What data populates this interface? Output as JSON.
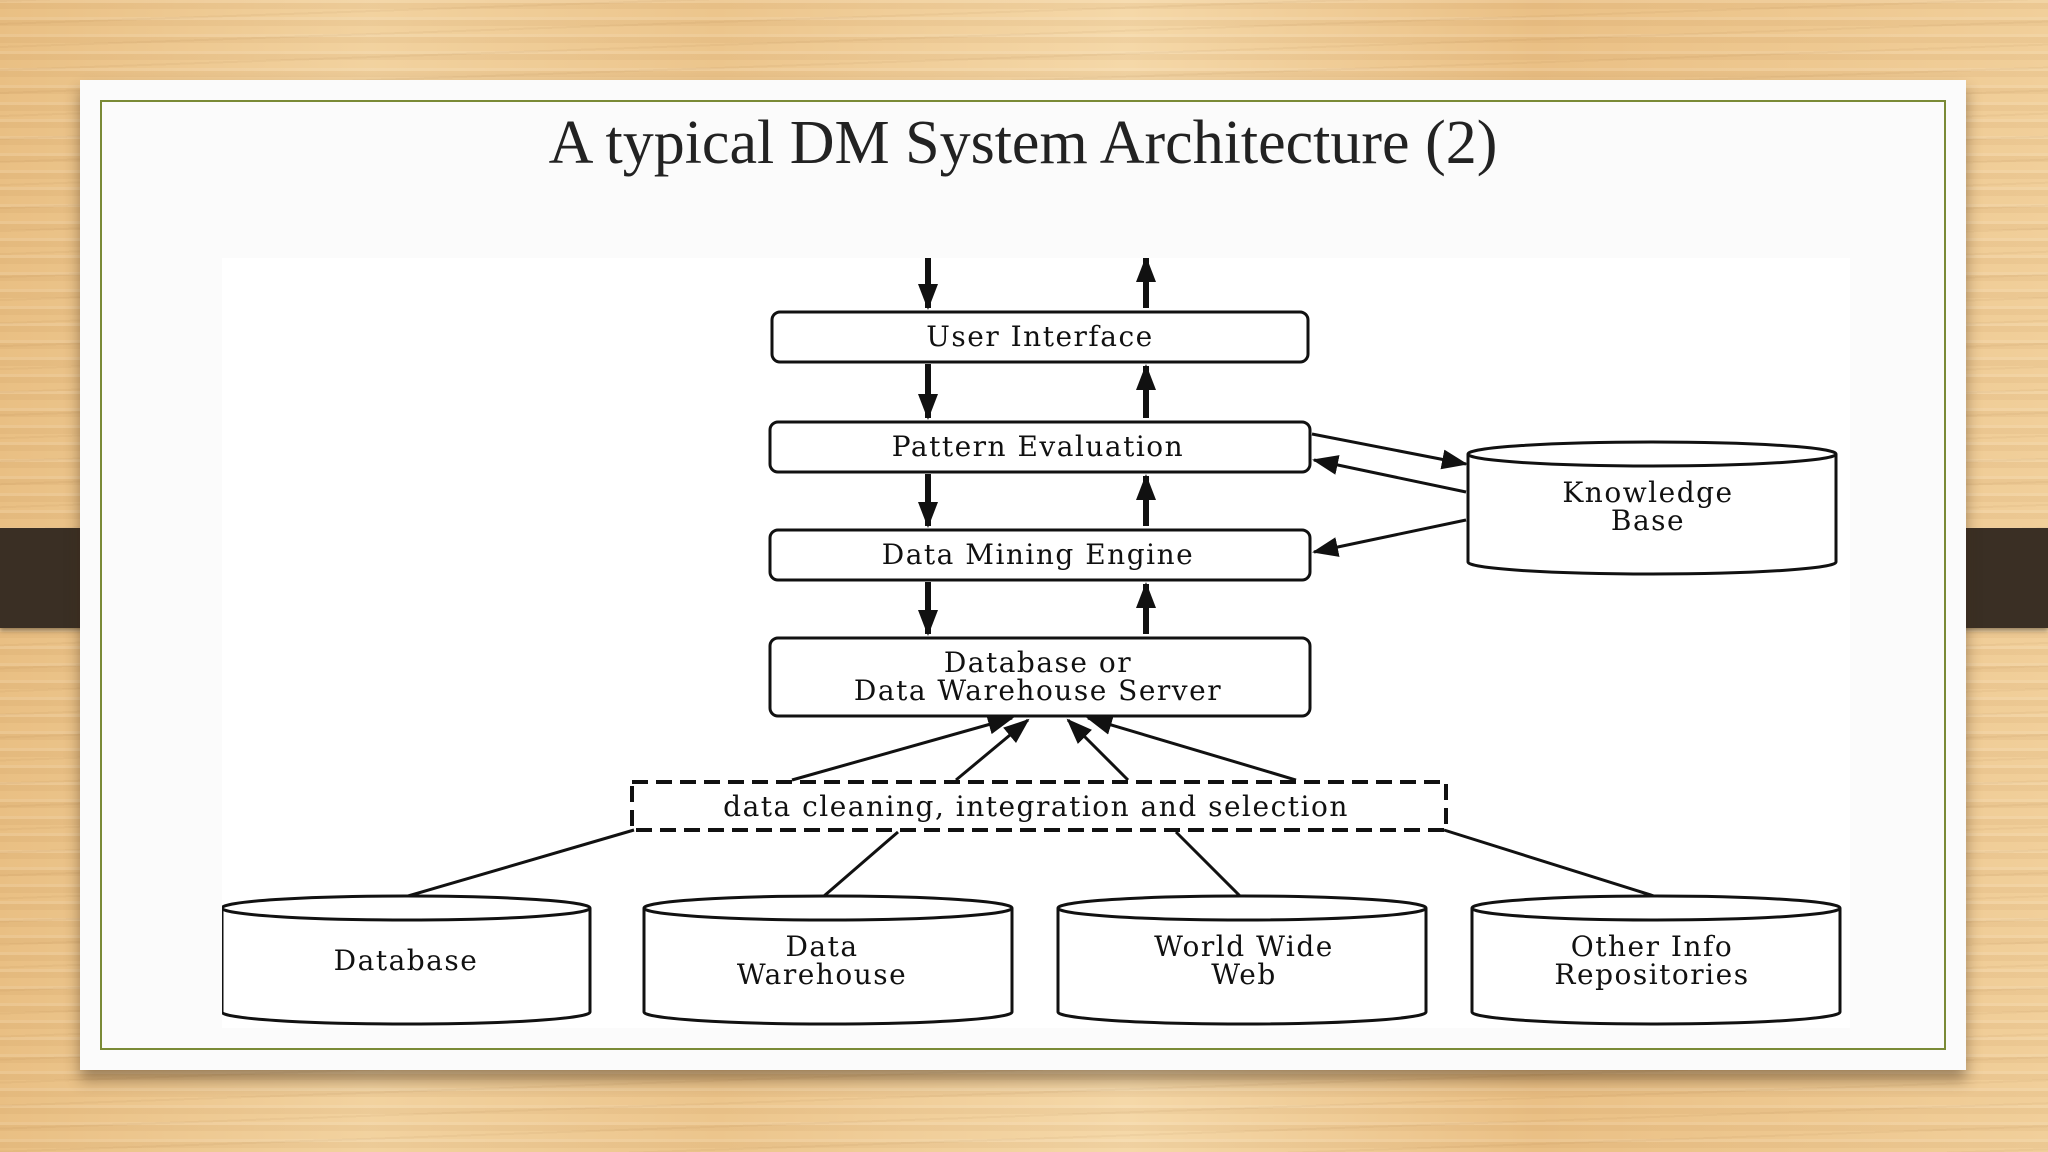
{
  "slide": {
    "title": "A typical DM System Architecture (2)"
  },
  "diagram": {
    "components": {
      "user_interface": "User Interface",
      "pattern_evaluation": "Pattern Evaluation",
      "data_mining_engine": "Data Mining Engine",
      "db_server_line1": "Database or",
      "db_server_line2": "Data Warehouse Server",
      "knowledge_base_line1": "Knowledge",
      "knowledge_base_line2": "Base",
      "preprocessing": "data cleaning, integration and selection"
    },
    "sources": {
      "database": "Database",
      "data_warehouse_line1": "Data",
      "data_warehouse_line2": "Warehouse",
      "www_line1": "World Wide",
      "www_line2": "Web",
      "other_line1": "Other Info",
      "other_line2": "Repositories"
    }
  },
  "colors": {
    "slide_border": "#7a8a36",
    "binder_clip": "#3a2f24",
    "ink": "#111111"
  }
}
